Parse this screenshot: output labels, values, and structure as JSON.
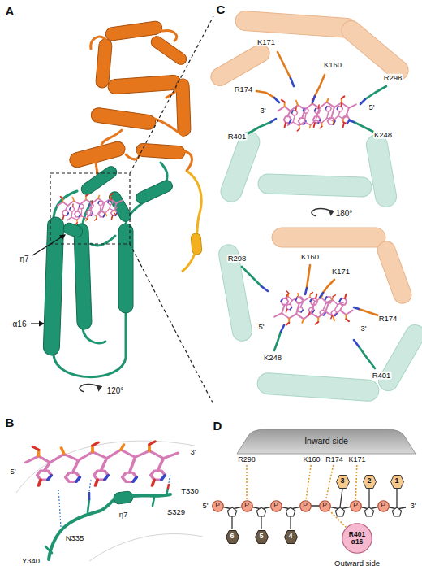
{
  "diagram": {
    "nodes": [
      {
        "text": [
          "Inward side"
        ]
      },
      {
        "text": [
          "R298"
        ]
      },
      {
        "text": [
          "K160"
        ]
      },
      {
        "text": [
          "R174"
        ]
      },
      {
        "text": [
          "K171"
        ]
      },
      {
        "text": [
          "3"
        ]
      },
      {
        "text": [
          "2"
        ]
      },
      {
        "text": [
          "1"
        ]
      },
      {
        "text": [
          "P"
        ]
      },
      {
        "text": [
          "P"
        ]
      },
      {
        "text": [
          "P"
        ]
      },
      {
        "text": [
          "P"
        ]
      },
      {
        "text": [
          "P"
        ]
      },
      {
        "text": [
          "P"
        ]
      },
      {
        "text": [
          "P"
        ]
      },
      {
        "text": [
          "6"
        ]
      },
      {
        "text": [
          "5"
        ]
      },
      {
        "text": [
          "4"
        ]
      },
      {
        "text": [
          "R401",
          "α16"
        ]
      }
    ],
    "edges": [
      {
        "from": 1,
        "to": 9,
        "arrow": "none"
      },
      {
        "from": 2,
        "to": 11,
        "arrow": "none"
      },
      {
        "from": 3,
        "to": 12,
        "arrow": "none"
      },
      {
        "from": 4,
        "to": 13,
        "arrow": "none"
      },
      {
        "from": 18,
        "to": 12,
        "arrow": "none"
      }
    ],
    "labels": [
      "A",
      "η7",
      "α16",
      "120°",
      "C",
      "K171",
      "K160",
      "R174",
      "R298",
      "3'",
      "5'",
      "R401",
      "K248",
      "180°",
      "R298",
      "K160",
      "K171",
      "R174",
      "5'",
      "3'",
      "K248",
      "R401",
      "B",
      "5'",
      "3'",
      "T330",
      "S329",
      "N335",
      "Y340",
      "η7",
      "D",
      "5'",
      "3'",
      "Outward side"
    ]
  }
}
